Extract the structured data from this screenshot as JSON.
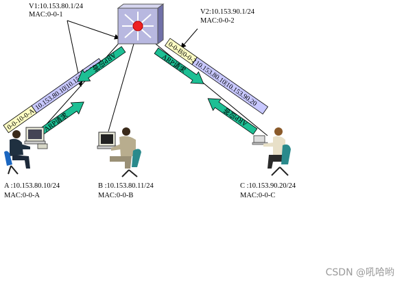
{
  "gateways": {
    "v1": {
      "ip": "V1:10.153.80.1/24",
      "mac": "MAC:0-0-1"
    },
    "v2": {
      "ip": "V2:10.153.90.1/24",
      "mac": "MAC:0-0-2"
    }
  },
  "hosts": {
    "a": {
      "ip": "A :10.153.80.10/24",
      "mac": "MAC:0-0-A"
    },
    "b": {
      "ip": "B :10.153.80.11/24",
      "mac": "MAC:0-0-B"
    },
    "c": {
      "ip": "C :10.153.90.20/24",
      "mac": "MAC:0-0-C"
    }
  },
  "packets": {
    "left": {
      "mac": "0-0-10-0-A",
      "ips": "10.153.80.10|10.153.90.20"
    },
    "right": {
      "mac": "0-0-B|0-0-2",
      "ips": "10.153.80.10|10.153.90.20"
    }
  },
  "arrows": {
    "arp_request": "ARP请求",
    "arp_reply": "ARP应答"
  },
  "watermark": "CSDN @吼哈哟",
  "colors": {
    "arrow_fill": "#1dbf94",
    "packet_mac_fill": "#ffffc4",
    "packet_ip_fill": "#c8c8ff",
    "switch_face": "#b8b8e0",
    "switch_center": "#ee2222"
  }
}
